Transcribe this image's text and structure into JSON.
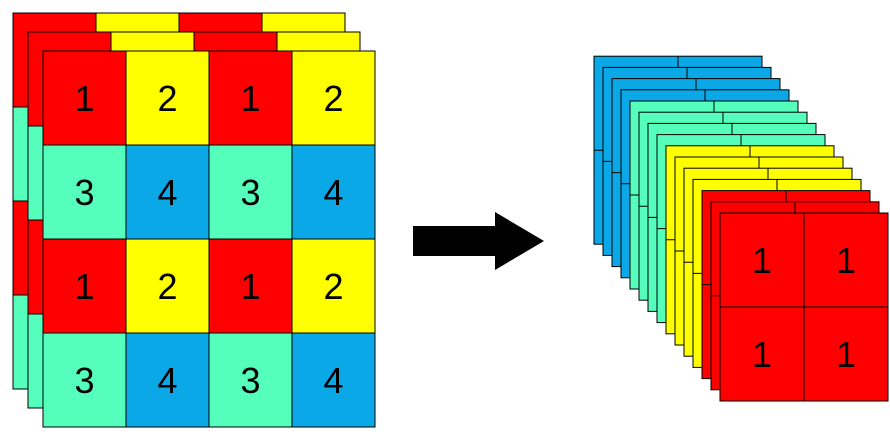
{
  "colors": {
    "red": "#ff0000",
    "yellow": "#ffff00",
    "teal": "#55ffbb",
    "blue": "#0aa8e6",
    "arrow": "#000000",
    "border": "#000000",
    "background": "#ffffff"
  },
  "input_grid": {
    "rows": [
      [
        "1",
        "2",
        "1",
        "2"
      ],
      [
        "3",
        "4",
        "3",
        "4"
      ],
      [
        "1",
        "2",
        "1",
        "2"
      ],
      [
        "3",
        "4",
        "3",
        "4"
      ]
    ],
    "label_colors": {
      "1": "red",
      "2": "yellow",
      "3": "teal",
      "4": "blue"
    },
    "stacked_layers": 3
  },
  "arrow": {
    "icon": "right-arrow-icon"
  },
  "output_stack": {
    "layer_order_back_to_front": [
      "blue",
      "blue",
      "blue",
      "blue",
      "teal",
      "teal",
      "teal",
      "teal",
      "yellow",
      "yellow",
      "yellow",
      "yellow",
      "red",
      "red",
      "red"
    ],
    "front_cells": [
      [
        "1",
        "1"
      ],
      [
        "1",
        "1"
      ]
    ]
  }
}
